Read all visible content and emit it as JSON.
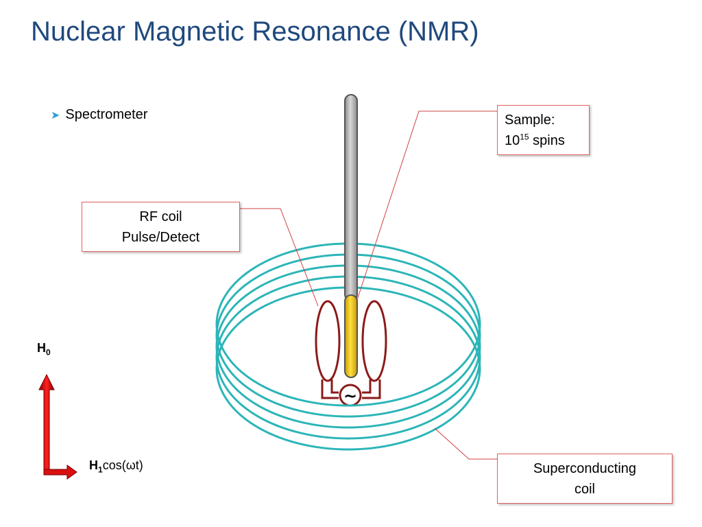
{
  "slide": {
    "title": "Nuclear Magnetic Resonance (NMR)",
    "bullet": "Spectrometer"
  },
  "callouts": {
    "sample_line1": "Sample:",
    "sample_base": "10",
    "sample_exp": "15",
    "sample_suffix": " spins",
    "rf_line1": "RF coil",
    "rf_line2": "Pulse/Detect",
    "sc_line1": "Superconducting",
    "sc_line2": "coil"
  },
  "axes": {
    "h0_main": "H",
    "h0_sub": "0",
    "h1_main": "H",
    "h1_sub": "1",
    "h1_rest": "cos(ωt)"
  },
  "source_symbol": "~",
  "colors": {
    "title": "#1f497d",
    "coil": "#2bb5b8",
    "rf_coil": "#8b1a1a",
    "sample": "#f5c400",
    "tube": "#b8b8b8",
    "leader": "#d04040",
    "axis_arrow": "#d81010",
    "bullet": "#2e9ed8"
  },
  "icons": {
    "bullet": "arrow-right-bullet-icon",
    "source": "ac-source-icon"
  }
}
